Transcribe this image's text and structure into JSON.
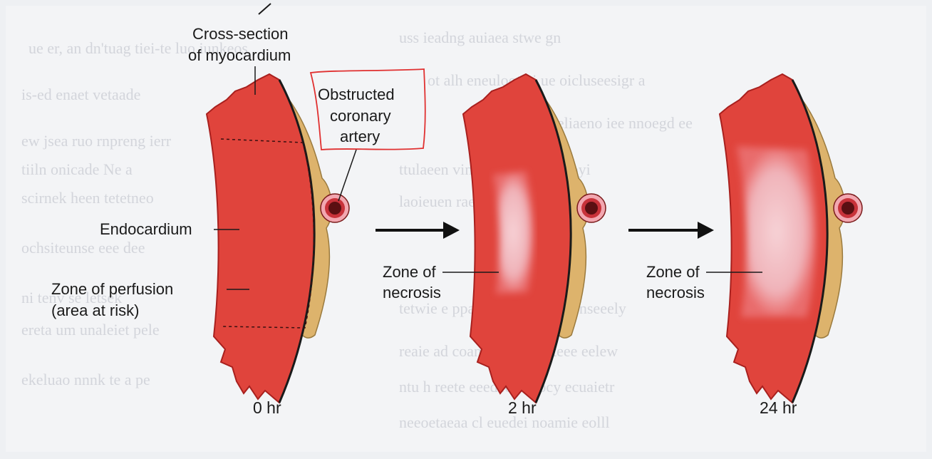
{
  "figure": {
    "labels": {
      "cross_section_line1": "Cross-section",
      "cross_section_line2": "of myocardium",
      "artery_line1": "Obstructed",
      "artery_line2": "coronary",
      "artery_line3": "artery",
      "endocardium": "Endocardium",
      "perfusion_line1": "Zone of perfusion",
      "perfusion_line2": "(area at risk)",
      "necrosis_2hr_line1": "Zone of",
      "necrosis_2hr_line2": "necrosis",
      "necrosis_24hr_line1": "Zone of",
      "necrosis_24hr_line2": "necrosis"
    },
    "panels": [
      {
        "time": "0 hr",
        "necrosis_extent": 0
      },
      {
        "time": "2 hr",
        "necrosis_extent": 0.5
      },
      {
        "time": "24 hr",
        "necrosis_extent": 1
      }
    ],
    "colors": {
      "myocardium": "#e0443c",
      "myocardium_edge": "#a8201e",
      "epicardial_fat": "#ddb36c",
      "artery_lumen": "#5a0f12",
      "artery_wall": "#c8323a",
      "necrosis": "#f1b8bd",
      "annotation": "#e03030"
    }
  }
}
